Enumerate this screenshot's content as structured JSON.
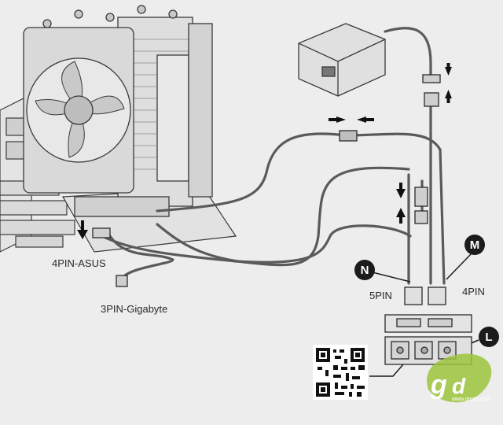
{
  "labels": {
    "asus": "4PIN-ASUS",
    "gigabyte": "3PIN-Gigabyte",
    "pin5": "5PIN",
    "pin4": "4PIN"
  },
  "badges": {
    "n": "N",
    "m": "M",
    "l": "L"
  },
  "watermark": {
    "domain": "www.geold.com"
  },
  "colors": {
    "background": "#ededed",
    "line": "#3a3a3a",
    "cable": "#5a5a5a",
    "badge": "#1b1b1b",
    "logo_green": "#9bc43c"
  }
}
